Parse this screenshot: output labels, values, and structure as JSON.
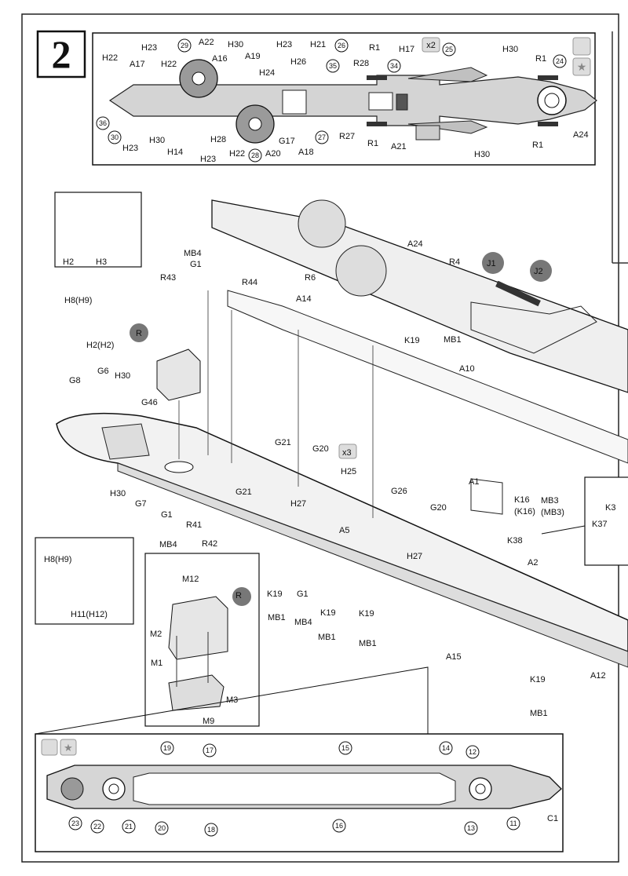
{
  "step": "2",
  "top_panel": {
    "labels": [
      "H23",
      "A22",
      "H30",
      "H23",
      "H21",
      "R1",
      "H17",
      "H30",
      "R1",
      "H22",
      "A17",
      "H22",
      "A16",
      "A19",
      "H26",
      "R28",
      "H24",
      "R27",
      "H30",
      "H14",
      "H28",
      "H22",
      "A20",
      "G17",
      "A18",
      "H23",
      "R1",
      "A21",
      "H30",
      "H23",
      "A24",
      "R1"
    ],
    "circled": [
      "29",
      "26",
      "35",
      "34",
      "25",
      "24",
      "36",
      "30",
      "27",
      "28"
    ],
    "badge_x2": "x2"
  },
  "main": {
    "labels": [
      "MB4",
      "G1",
      "R43",
      "R44",
      "A14",
      "R6",
      "A24",
      "R4",
      "J1",
      "J2",
      "K19",
      "MB1",
      "A10",
      "H8(H9)",
      "H2(H2)",
      "H2",
      "H3",
      "G6",
      "G8",
      "H30",
      "G46",
      "R",
      "G21",
      "G20",
      "x3",
      "H25",
      "G26",
      "G20",
      "A1",
      "K16",
      "(K16)",
      "MB3",
      "(MB3)",
      "K38",
      "H30",
      "G7",
      "G21",
      "H27",
      "A5",
      "H27",
      "A2",
      "G1",
      "R41",
      "R42",
      "MB4",
      "K19",
      "MB1",
      "G1",
      "MB4",
      "K19",
      "MB1",
      "K19",
      "MB1",
      "A15",
      "K19",
      "MB1",
      "A12",
      "K37",
      "K3"
    ]
  },
  "inset_tracks": {
    "labels": [
      "H8(H9)",
      "H11(H12)"
    ]
  },
  "inset_turret": {
    "labels": [
      "M12",
      "R",
      "M2",
      "M1",
      "M3",
      "M9"
    ]
  },
  "bottom_panel": {
    "circled": [
      "19",
      "17",
      "15",
      "14",
      "12",
      "23",
      "22",
      "21",
      "20",
      "18",
      "16",
      "13",
      "11"
    ],
    "label_c1": "C1"
  }
}
